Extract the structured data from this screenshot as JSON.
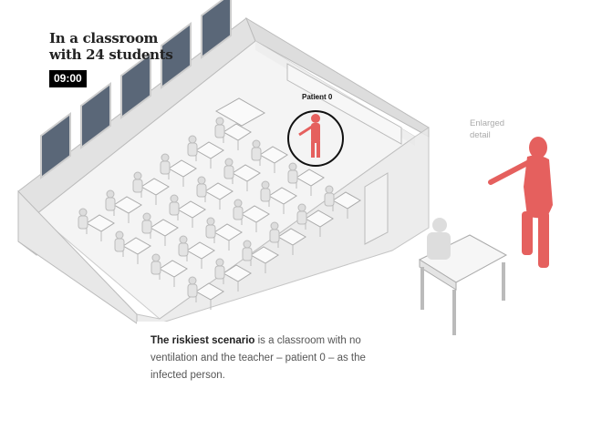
{
  "header": {
    "title_line1": "In a classroom",
    "title_line2": "with 24 students",
    "time": "09:00"
  },
  "labels": {
    "patient": "Patient 0",
    "enlarged_line1": "Enlarged",
    "enlarged_line2": "detail"
  },
  "caption": {
    "bold": "The riskiest scenario",
    "rest": " is a classroom with no ventilation and the teacher – patient 0 – as the infected person."
  },
  "colors": {
    "infected": "#e5605e",
    "wall": "#e6e6e6",
    "window": "#5a6778"
  }
}
